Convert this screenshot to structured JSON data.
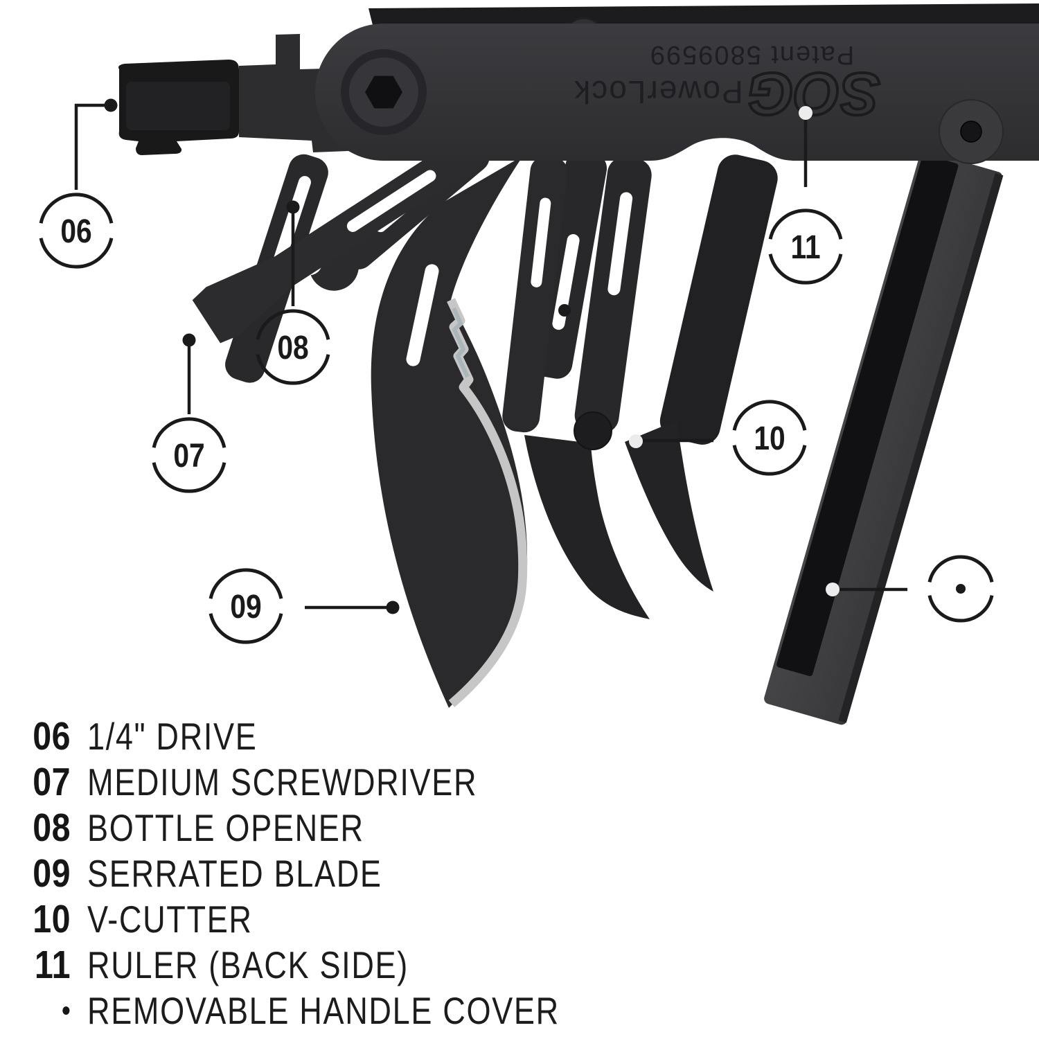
{
  "figure": {
    "engraving": {
      "brand": "SOG",
      "model": "PowerLock",
      "patent": "Patent 5809599"
    },
    "callouts": [
      {
        "id": "06",
        "number": "06",
        "target": "1/4 inch drive"
      },
      {
        "id": "07",
        "number": "07",
        "target": "medium screwdriver"
      },
      {
        "id": "08",
        "number": "08",
        "target": "bottle opener"
      },
      {
        "id": "09",
        "number": "09",
        "target": "serrated blade"
      },
      {
        "id": "10",
        "number": "10",
        "target": "v-cutter"
      },
      {
        "id": "11",
        "number": "11",
        "target": "ruler (back side)"
      },
      {
        "id": "handle-cover",
        "number": "",
        "target": "removable handle cover"
      }
    ]
  },
  "legend": {
    "items": [
      {
        "number": "06",
        "label": "1/4\" DRIVE"
      },
      {
        "number": "07",
        "label": "MEDIUM SCREWDRIVER"
      },
      {
        "number": "08",
        "label": "BOTTLE OPENER"
      },
      {
        "number": "09",
        "label": "SERRATED BLADE"
      },
      {
        "number": "10",
        "label": "V-CUTTER"
      },
      {
        "number": "11",
        "label": "RULER (BACK SIDE)"
      },
      {
        "number": "•",
        "label": "REMOVABLE HANDLE COVER"
      }
    ]
  },
  "colors": {
    "ink": "#1a1a1a",
    "tool_dark": "#2b2b2e",
    "tool_gray": "#3d3d3f",
    "insert_black": "#131313",
    "blade_silver": "#c6c6c6",
    "marker_white": "#ececec",
    "background": "#ffffff"
  }
}
